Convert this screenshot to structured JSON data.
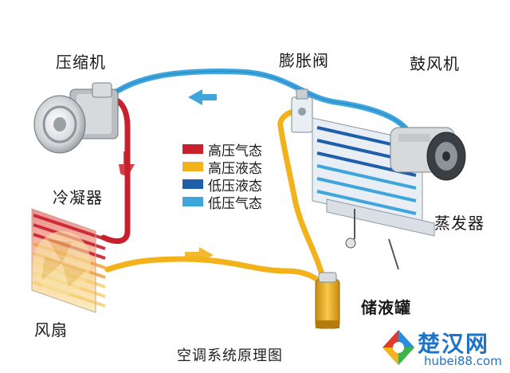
{
  "labels": {
    "compressor": "压缩机",
    "expansion_valve": "膨胀阀",
    "blower": "鼓风机",
    "condenser": "冷凝器",
    "evaporator": "蒸发器",
    "fan": "风扇",
    "receiver": "储液罐"
  },
  "legend": [
    {
      "label": "高压气态",
      "color": "#c8202c"
    },
    {
      "label": "高压液态",
      "color": "#f2b21b"
    },
    {
      "label": "低压液态",
      "color": "#1e5faa"
    },
    {
      "label": "低压气态",
      "color": "#3fa6dd"
    }
  ],
  "caption": "空调系统原理图",
  "watermark": {
    "name": "楚汉网",
    "url": "hubei88.com",
    "brand_color": "#1d73c9"
  }
}
